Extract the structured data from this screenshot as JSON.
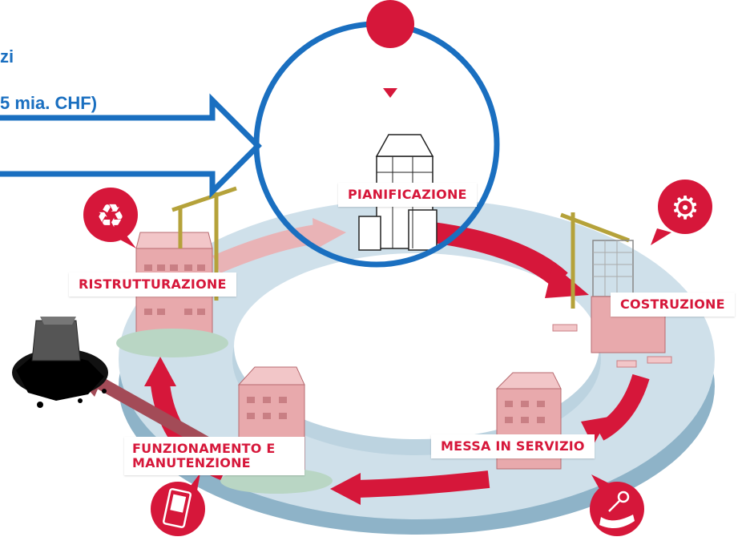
{
  "header": {
    "line1": "zi",
    "line2": "5 mia. CHF)"
  },
  "stages": {
    "planning": "PIANIFICAZIONE",
    "renovation": "RISTRUTTURAZIONE",
    "construction": "COSTRUZIONE",
    "commissioning": "MESSA IN SERVIZIO",
    "operation_line1": "FUNZIONAMENTO E",
    "operation_line2": "MANUTENZIONE"
  },
  "colors": {
    "brand_blue": "#1a6fc0",
    "accent_red": "#d6173a",
    "ring": "#c9dce8",
    "building_pink": "#e8a9ac"
  },
  "icons": {
    "planning": "cube-arrows-icon",
    "renovation": "recycle-icon",
    "construction": "gear-icon",
    "commissioning": "hand-key-icon",
    "operation": "mobile-phone-icon"
  }
}
